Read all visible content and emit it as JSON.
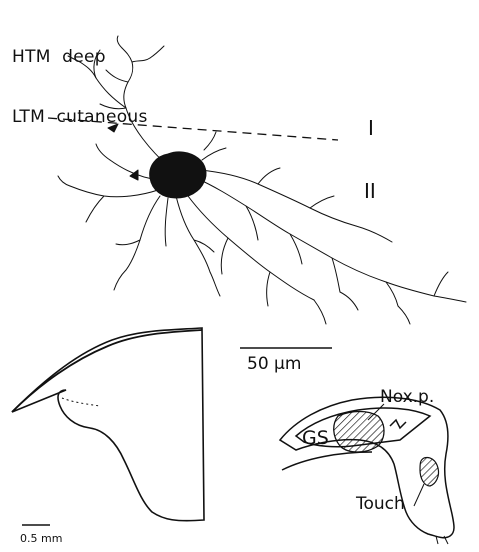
{
  "header": {
    "line1": "HTM  deep",
    "line2": "LTM  cutaneous"
  },
  "laminae": {
    "lamina_1": "I",
    "lamina_2": "II"
  },
  "scale_bars": {
    "neuron_scale": "50 μm",
    "section_scale": "0.5 mm"
  },
  "regions": {
    "gs_label": "GS",
    "noxious_label": "Nox.p.",
    "touch_label": "Touch"
  },
  "colors": {
    "ink": "#111111",
    "background": "#ffffff"
  }
}
